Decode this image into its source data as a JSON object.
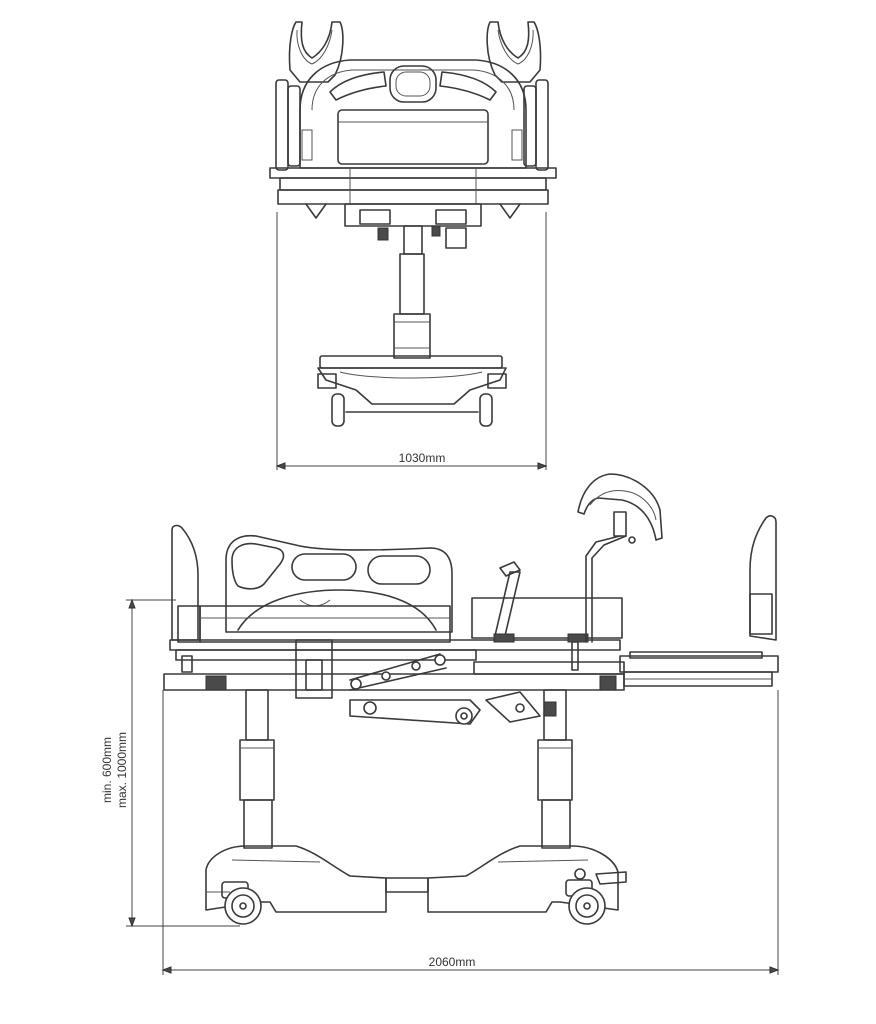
{
  "dimensions": {
    "width_front": "1030mm",
    "length_side": "2060mm",
    "height_min": "min. 600mm",
    "height_max": "max. 1000mm"
  },
  "colors": {
    "line": "#3a3a3a",
    "background": "#ffffff"
  }
}
